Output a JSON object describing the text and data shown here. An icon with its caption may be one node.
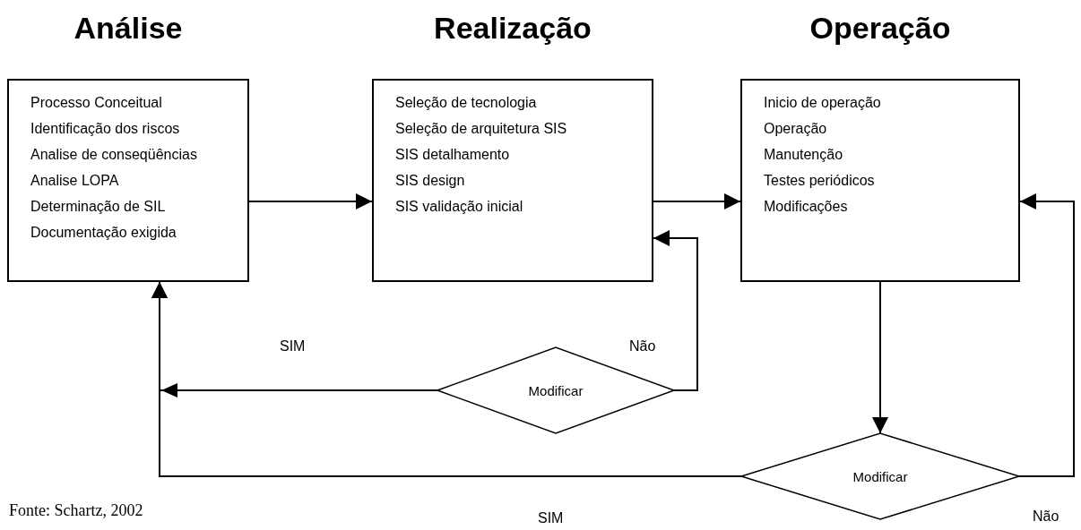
{
  "diagram": {
    "caption": "Fonte: Schartz, 2002",
    "nodes": [
      {
        "text": [
          "Análise",
          "Processo Conceitual",
          "Identificação dos riscos",
          "Analise de conseqüências",
          "Analise LOPA",
          "Determinação de SIL",
          "Documentação exigida"
        ]
      },
      {
        "text": [
          "Realização",
          "Seleção de tecnologia",
          "Seleção de arquitetura SIS",
          "SIS detalhamento",
          "SIS design",
          "SIS validação inicial"
        ]
      },
      {
        "text": [
          "Operação",
          "Inicio de operação",
          "Operação",
          "Manutenção",
          "Testes periódicos",
          "Modificações"
        ]
      },
      {
        "text": [
          "Modificar"
        ]
      },
      {
        "text": [
          "Modificar"
        ]
      }
    ],
    "edges": [
      {
        "from": 0,
        "to": 1,
        "arrow": "to"
      },
      {
        "from": 1,
        "to": 2,
        "arrow": "to"
      },
      {
        "from": 3,
        "to": 0,
        "arrow": "to",
        "label": "SIM"
      },
      {
        "from": 3,
        "to": 1,
        "arrow": "to",
        "label": "Não"
      },
      {
        "from": 2,
        "to": 4,
        "arrow": "to"
      },
      {
        "from": 4,
        "to": 0,
        "arrow": "to",
        "label": "SIM"
      },
      {
        "from": 4,
        "to": 2,
        "arrow": "to",
        "label": "Não"
      }
    ]
  }
}
